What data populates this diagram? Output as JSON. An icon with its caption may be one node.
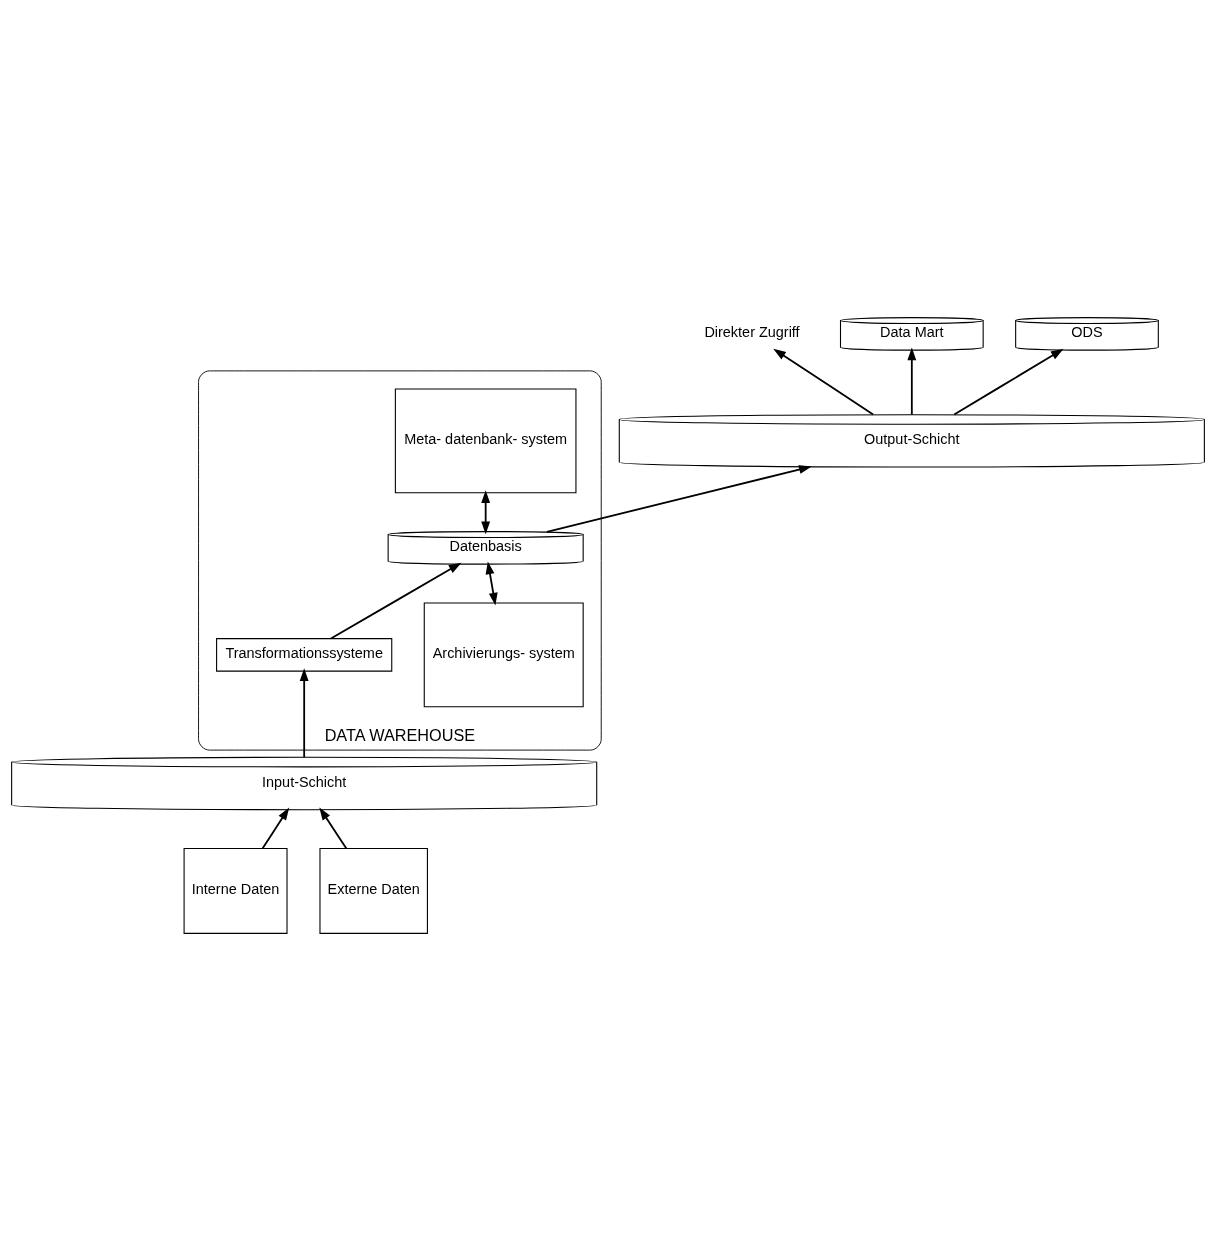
{
  "diagram": {
    "nodes": [
      {
        "text": [
          "Direkter Zugriff"
        ]
      },
      {
        "text": [
          "Data Mart"
        ]
      },
      {
        "text": [
          "ODS"
        ]
      },
      {
        "text": [
          "Output-Schicht"
        ]
      },
      {
        "text": [
          "DATA WAREHOUSE"
        ]
      },
      {
        "text": [
          "Archivierungs- system"
        ],
        "in": 4
      },
      {
        "text": [
          "Datenbasis"
        ],
        "in": 4
      },
      {
        "text": [
          "Meta- datenbank- system"
        ],
        "in": 4
      },
      {
        "text": [
          "Transformationssysteme"
        ],
        "in": 4
      },
      {
        "text": [
          "Input-Schicht"
        ]
      },
      {
        "text": [
          "Interne Daten"
        ]
      },
      {
        "text": [
          "Externe Daten"
        ]
      }
    ],
    "edges": [
      {
        "from": 3,
        "to": 0,
        "arrow": "to"
      },
      {
        "from": 3,
        "to": 1,
        "arrow": "to"
      },
      {
        "from": 3,
        "to": 2,
        "arrow": "to"
      },
      {
        "from": 6,
        "to": 3,
        "arrow": "to"
      },
      {
        "from": 5,
        "to": 6,
        "arrow": "both"
      },
      {
        "from": 6,
        "to": 7,
        "arrow": "both"
      },
      {
        "from": 8,
        "to": 6,
        "arrow": "to"
      },
      {
        "from": 9,
        "to": 8,
        "arrow": "to"
      },
      {
        "from": 10,
        "to": 9,
        "arrow": "to"
      },
      {
        "from": 11,
        "to": 9,
        "arrow": "to"
      }
    ]
  }
}
